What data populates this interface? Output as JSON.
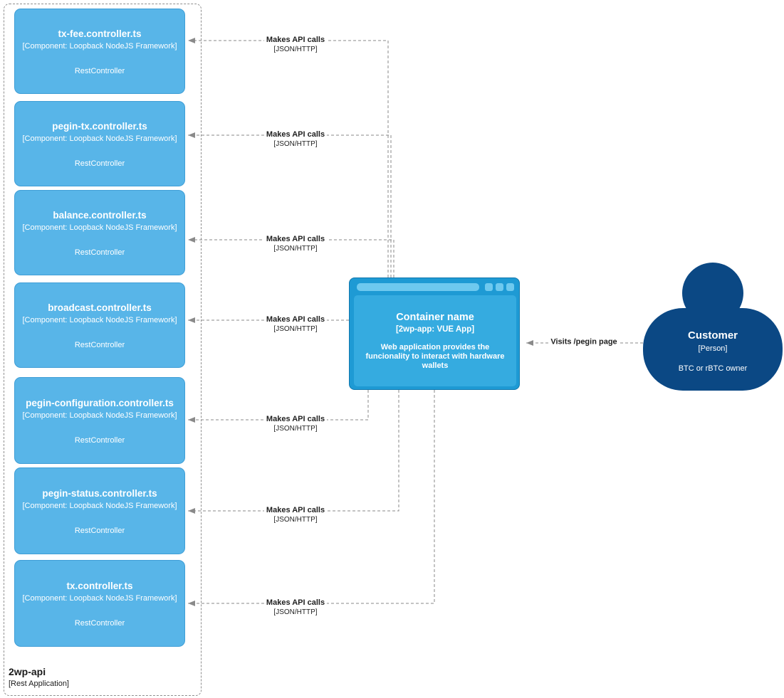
{
  "boundary": {
    "name": "2wp-api",
    "type": "[Rest Application]"
  },
  "controllers": [
    {
      "title": "tx-fee.controller.ts",
      "meta": "[Component: Loopback NodeJS Framework]",
      "role": "RestController"
    },
    {
      "title": "pegin-tx.controller.ts",
      "meta": "[Component: Loopback NodeJS Framework]",
      "role": "RestController"
    },
    {
      "title": "balance.controller.ts",
      "meta": "[Component: Loopback NodeJS Framework]",
      "role": "RestController"
    },
    {
      "title": "broadcast.controller.ts",
      "meta": "[Component: Loopback NodeJS Framework]",
      "role": "RestController"
    },
    {
      "title": "pegin-configuration.controller.ts",
      "meta": "[Component: Loopback NodeJS Framework]",
      "role": "RestController"
    },
    {
      "title": "pegin-status.controller.ts",
      "meta": "[Component: Loopback NodeJS Framework]",
      "role": "RestController"
    },
    {
      "title": "tx.controller.ts",
      "meta": "[Component: Loopback NodeJS Framework]",
      "role": "RestController"
    }
  ],
  "container": {
    "title": "Container name",
    "meta": "[2wp-app: VUE App]",
    "description": "Web application provides the funcionality to interact with hardware wallets"
  },
  "person": {
    "title": "Customer",
    "meta": "[Person]",
    "description": "BTC or rBTC owner"
  },
  "edges": {
    "api_label": "Makes API calls",
    "api_tech": "[JSON/HTTP]",
    "visit_label": "Visits /pegin page"
  },
  "colors": {
    "component_fill": "#58b5e8",
    "container_fill": "#1e9ad4",
    "container_inner_fill": "#35abe0",
    "person_fill": "#0b4884",
    "edge_color": "#8a8a8a"
  }
}
